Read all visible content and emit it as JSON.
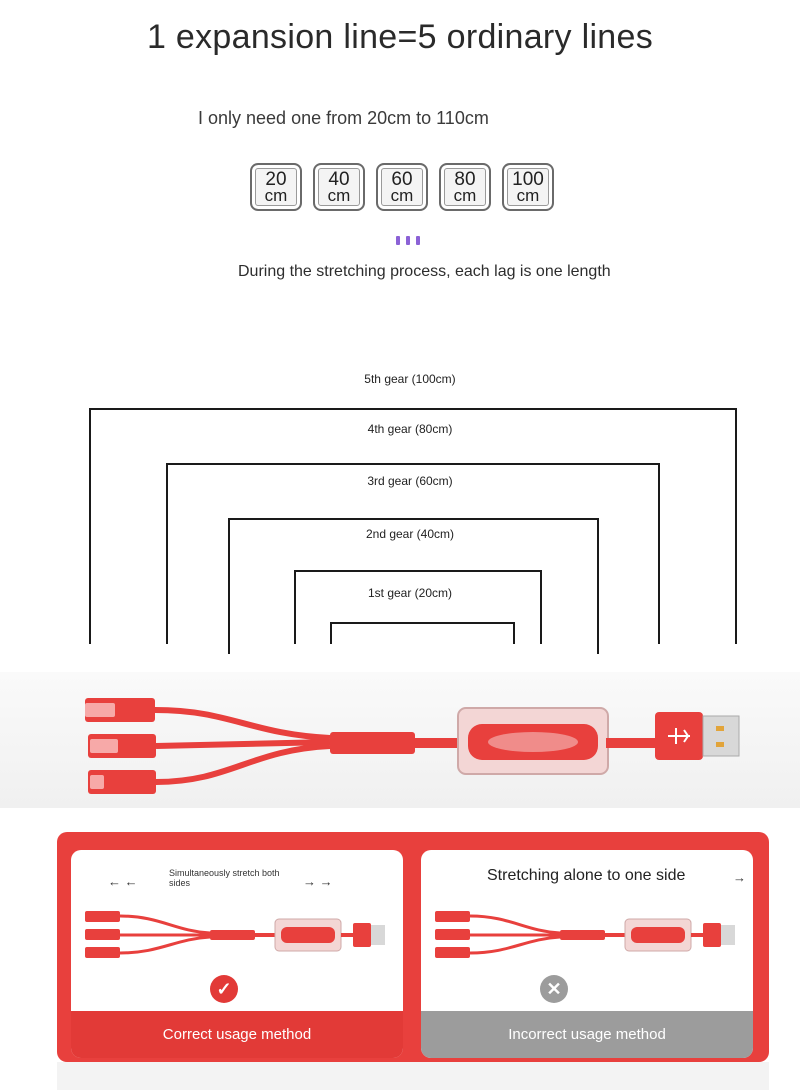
{
  "header": {
    "title": "1 expansion line=5 ordinary lines",
    "subtitle": "I only need one from 20cm to 110cm"
  },
  "lengths": [
    {
      "value": "20",
      "unit": "cm"
    },
    {
      "value": "40",
      "unit": "cm"
    },
    {
      "value": "60",
      "unit": "cm"
    },
    {
      "value": "80",
      "unit": "cm"
    },
    {
      "value": "100",
      "unit": "cm"
    }
  ],
  "note": "During the stretching process, each lag is one length",
  "gears": {
    "g5": "5th gear (100cm)",
    "g4": "4th gear (80cm)",
    "g3": "3rd gear (60cm)",
    "g2": "2nd gear (40cm)",
    "g1": "1st gear (20cm)"
  },
  "usage": {
    "correct_hint": "Simultaneously stretch both sides",
    "correct_label": "Correct usage method",
    "incorrect_hint": "Stretching alone to one side",
    "incorrect_label": "Incorrect usage method"
  },
  "colors": {
    "cable_red": "#e8403d",
    "accent_purple": "#8b62d6",
    "incorrect_gray": "#9c9c9c"
  },
  "icons": {
    "correct": "check-circle-icon",
    "incorrect": "x-circle-icon"
  }
}
